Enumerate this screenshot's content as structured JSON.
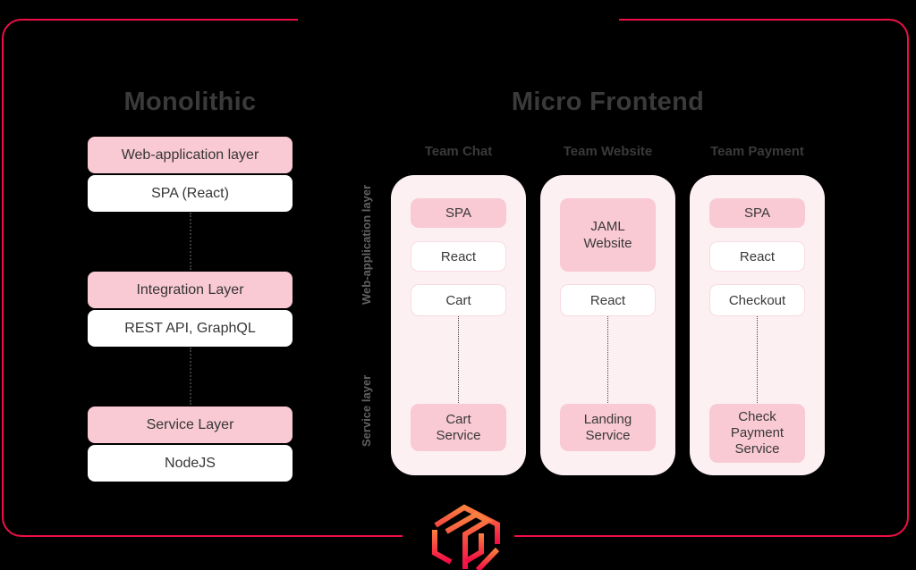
{
  "colors": {
    "background": "#000000",
    "frame_red": "#ee0f46",
    "box_pink": "#f9c9d4",
    "panel_pink": "#fcf0f3",
    "text_dark": "#3a3a3a",
    "logo_gradient_top": "#f9813f",
    "logo_gradient_bottom": "#f30b45"
  },
  "monolithic": {
    "title": "Monolithic",
    "groups": [
      {
        "layer": "Web-application layer",
        "tech": "SPA (React)"
      },
      {
        "layer": "Integration Layer",
        "tech": "REST API, GraphQL"
      },
      {
        "layer": "Service Layer",
        "tech": "NodeJS"
      }
    ]
  },
  "micro_frontend": {
    "title": "Micro Frontend",
    "side_labels": {
      "web": "Web-application layer",
      "service": "Service layer"
    },
    "teams": [
      {
        "name": "Team Chat",
        "boxes": [
          {
            "label": "SPA",
            "variant": "pink"
          },
          {
            "label": "React",
            "variant": "white"
          },
          {
            "label": "Cart",
            "variant": "white"
          }
        ],
        "service": "Cart Service"
      },
      {
        "name": "Team Website",
        "boxes": [
          {
            "label": "JAML Website",
            "variant": "pink-tall"
          },
          {
            "label": "React",
            "variant": "white"
          }
        ],
        "service": "Landing Service"
      },
      {
        "name": "Team Payment",
        "boxes": [
          {
            "label": "SPA",
            "variant": "pink"
          },
          {
            "label": "React",
            "variant": "white"
          },
          {
            "label": "Checkout",
            "variant": "white"
          }
        ],
        "service": "Check Payment Service"
      }
    ]
  },
  "logo": {
    "name": "cube-logo"
  }
}
